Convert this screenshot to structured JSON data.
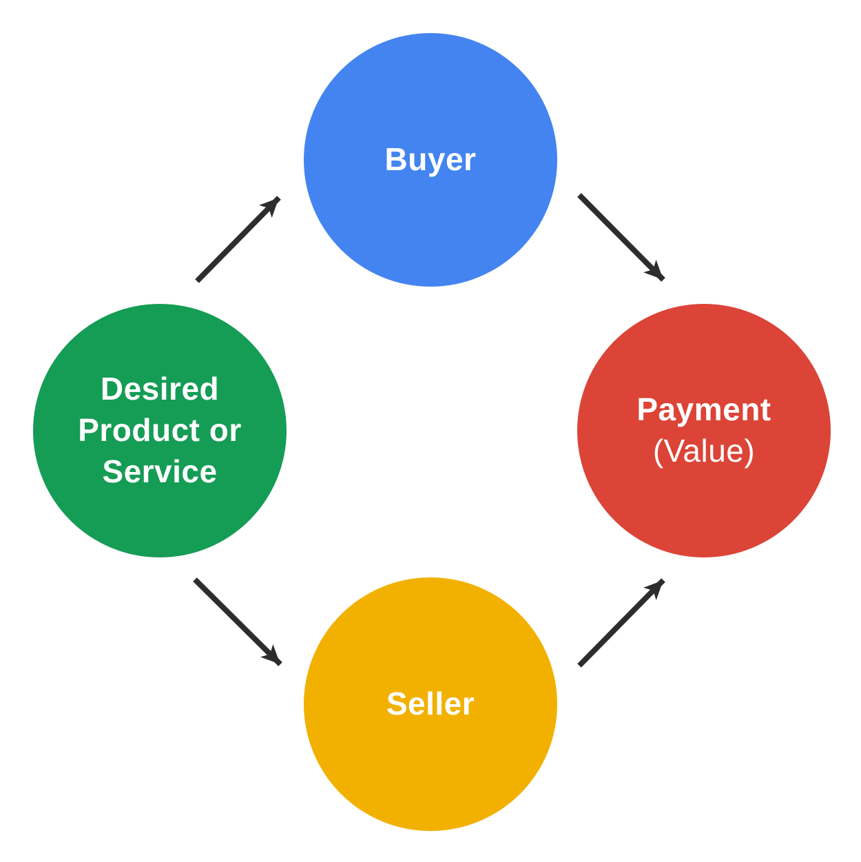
{
  "diagram": {
    "background_color": "#FFFFFF",
    "arrow_color": "#2D2D2D",
    "nodes": [
      {
        "id": "buyer",
        "label": "Buyer",
        "color": "#4484F0",
        "text_color": "#FFFFFF"
      },
      {
        "id": "desired-product-or-service",
        "label": "Desired Product or Service",
        "color": "#159C55",
        "text_color": "#FFFFFF"
      },
      {
        "id": "payment",
        "label": "Payment",
        "sublabel": "(Value)",
        "color": "#DB4437",
        "text_color": "#FFFFFF"
      },
      {
        "id": "seller",
        "label": "Seller",
        "color": "#F2B101",
        "text_color": "#FFFFFF"
      }
    ],
    "arrows": [
      {
        "from": "desired-product-or-service",
        "to": "buyer"
      },
      {
        "from": "buyer",
        "to": "payment"
      },
      {
        "from": "desired-product-or-service",
        "to": "seller"
      },
      {
        "from": "seller",
        "to": "payment"
      }
    ]
  }
}
